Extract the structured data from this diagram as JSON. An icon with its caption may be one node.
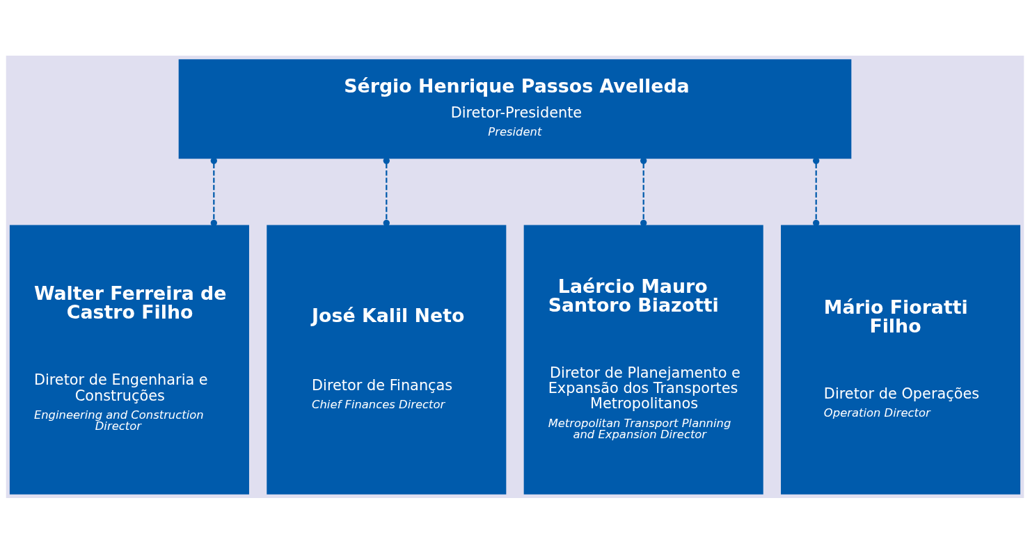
{
  "diagram": {
    "nodes": [
      {
        "text": [
          "Sérgio Henrique Passos Avelleda",
          "Diretor-Presidente",
          "President"
        ]
      },
      {
        "text": [
          "Walter Ferreira de Castro Filho",
          "Diretor de Engenharia e Construções",
          "Engineering and Construction Director"
        ]
      },
      {
        "text": [
          "José Kalil Neto",
          "Diretor de Finanças",
          "Chief Finances Director"
        ]
      },
      {
        "text": [
          "Laércio Mauro Santoro Biazotti",
          "Diretor de Planejamento e Expansão dos Transportes Metropolitanos",
          "Metropolitan Transport Planning and Expansion Director"
        ]
      },
      {
        "text": [
          "Mário Fioratti Filho",
          "Diretor de Operações",
          "Operation Director"
        ]
      }
    ],
    "edges": [
      {
        "from": 0,
        "to": 1,
        "arrow": "other",
        "style": "dashed"
      },
      {
        "from": 0,
        "to": 2,
        "arrow": "other",
        "style": "dashed"
      },
      {
        "from": 0,
        "to": 3,
        "arrow": "other",
        "style": "dashed"
      },
      {
        "from": 0,
        "to": 4,
        "arrow": "other",
        "style": "dashed"
      }
    ]
  }
}
